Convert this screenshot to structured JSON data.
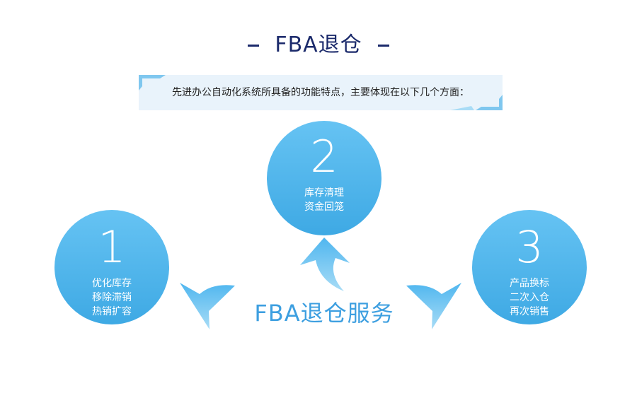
{
  "title": "FBA退仓",
  "intro": "先进办公自动化系统所具备的功能特点，主要体现在以下几个方面：",
  "center_label": "FBA退仓服务",
  "items": [
    {
      "number": "1",
      "lines": [
        "优化库存",
        "移除滞销",
        "热销扩容"
      ]
    },
    {
      "number": "2",
      "lines": [
        "库存清理",
        "资金回笼"
      ]
    },
    {
      "number": "3",
      "lines": [
        "产品换标",
        "二次入仓",
        "再次销售"
      ]
    }
  ],
  "colors": {
    "title": "#1b2a6b",
    "circle_top": "#66c3f3",
    "circle_bottom": "#3ea9e4",
    "accent": "#3d9fe0",
    "banner_bg": "#e9f3fb"
  }
}
